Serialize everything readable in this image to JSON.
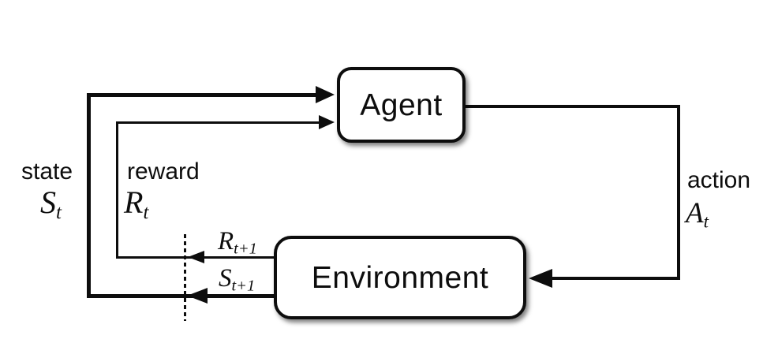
{
  "diagram_title": "agent-environment-interaction-loop",
  "colors": {
    "background": "#ffffff",
    "line": "#0d0d0d",
    "text": "#0d0d0d"
  },
  "boxes": {
    "agent": "Agent",
    "environment": "Environment"
  },
  "labels": {
    "state": {
      "word": "state",
      "var": "S",
      "sub": "t"
    },
    "reward": {
      "word": "reward",
      "var": "R",
      "sub": "t"
    },
    "action": {
      "word": "action",
      "var": "A",
      "sub": "t"
    },
    "next_reward": {
      "var": "R",
      "sub": "t+1"
    },
    "next_state": {
      "var": "S",
      "sub": "t+1"
    }
  }
}
